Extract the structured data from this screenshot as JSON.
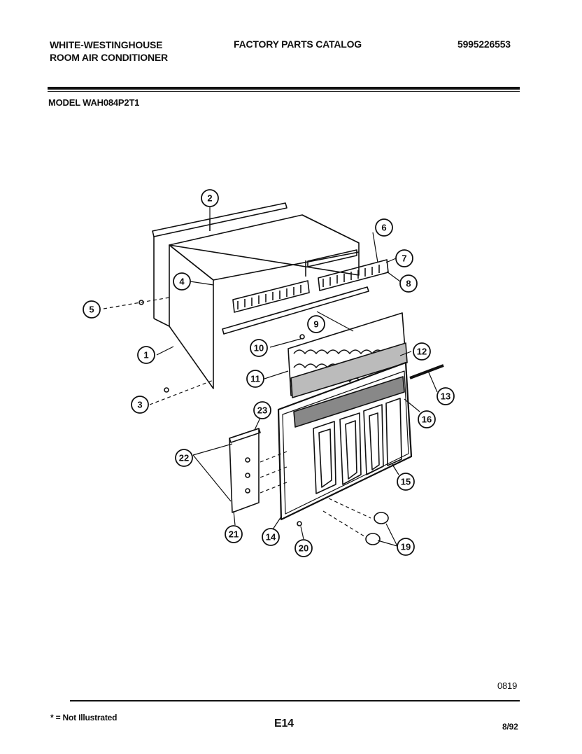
{
  "header": {
    "brand_line1": "WHITE-WESTINGHOUSE",
    "brand_line2": "ROOM AIR CONDITIONER",
    "catalog_title": "FACTORY PARTS CATALOG",
    "catalog_number": "5995226553"
  },
  "model": "MODEL WAH084P2T1",
  "diagram": {
    "callouts": [
      "1",
      "2",
      "3",
      "4",
      "5",
      "6",
      "7",
      "8",
      "9",
      "10",
      "11",
      "12",
      "13",
      "14",
      "15",
      "16",
      "19",
      "20",
      "21",
      "22",
      "23"
    ]
  },
  "footer": {
    "drawing_code": "0819",
    "not_illustrated": "* = Not Illustrated",
    "page": "E14",
    "date": "8/92"
  }
}
